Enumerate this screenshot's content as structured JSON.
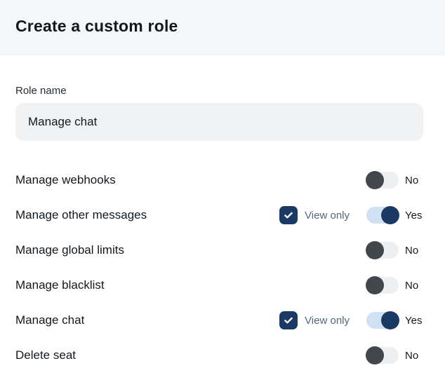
{
  "header": {
    "title": "Create a custom role"
  },
  "form": {
    "role_name_label": "Role name",
    "role_name_value": "Manage chat"
  },
  "permissions": {
    "rows": [
      {
        "label": "Manage webhooks",
        "view_only": false,
        "view_only_label": "",
        "checkbox_checked": false,
        "enabled": false,
        "state_label": "No"
      },
      {
        "label": "Manage other messages",
        "view_only": true,
        "view_only_label": "View only",
        "checkbox_checked": true,
        "enabled": true,
        "state_label": "Yes"
      },
      {
        "label": "Manage global limits",
        "view_only": false,
        "view_only_label": "",
        "checkbox_checked": false,
        "enabled": false,
        "state_label": "No"
      },
      {
        "label": "Manage blacklist",
        "view_only": false,
        "view_only_label": "",
        "checkbox_checked": false,
        "enabled": false,
        "state_label": "No"
      },
      {
        "label": "Manage chat",
        "view_only": true,
        "view_only_label": "View only",
        "checkbox_checked": true,
        "enabled": true,
        "state_label": "Yes"
      },
      {
        "label": "Delete seat",
        "view_only": false,
        "view_only_label": "",
        "checkbox_checked": false,
        "enabled": false,
        "state_label": "No"
      }
    ]
  },
  "colors": {
    "accent_navy": "#1a3a64",
    "toggle_on_track": "#cfe1f3",
    "toggle_off_track": "#edeff1",
    "toggle_off_knob": "#42474e",
    "header_background": "#f5f6f8",
    "input_background": "#f1f2f4",
    "text_dark": "#14181d",
    "text_slate": "#52667b"
  }
}
